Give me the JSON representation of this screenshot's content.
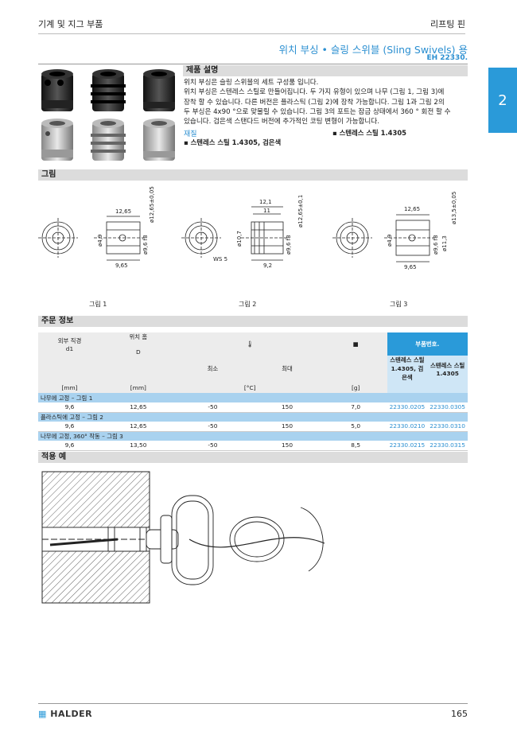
{
  "header": {
    "left": "기계 및 지그 부품",
    "right": "리프팅 핀"
  },
  "title": "위치 부싱 • 슬링 스위블 (Sling Swivels) 용",
  "subtitle": "EH 22330.",
  "tab": "2",
  "description": {
    "heading": "제품 설명",
    "lines": [
      "위치 부싱은 슬링 스위블의 세트 구성품 입니다.",
      "위치 부싱은 스텐레스 스틸로 만들어집니다. 두 가지 유형이 있으며 나무 (그림 1, 그림 3)에",
      "장착 할 수 있습니다. 다른 버전은 플라스틱 (그림 2)에 장착 가능합니다. 그림 1과 그림 2의",
      "두 부싱은 4x90 °으로 맞물릴 수 있습니다. 그림 3의 포트는 잠금 상태에서 360 ° 회전 할 수",
      "있습니다. 검은색 스탠다드 버전에 추가적인 코팅 변형이 가능합니다."
    ]
  },
  "material": {
    "heading": "재질",
    "left": "▪ 스텐레스 스틸 1.4305, 검은색",
    "right": "▪ 스텐레스 스틸 1.4305"
  },
  "figures": {
    "section": "그림",
    "labels": [
      "그림 1",
      "그림 2",
      "그림 3"
    ],
    "dims1": {
      "a": "12,65",
      "b": "ø12,65±0,05",
      "c": "ø4,9",
      "d": "ø9,6 f8",
      "e": "9,65"
    },
    "dims2": {
      "a": "12,1",
      "b": "11",
      "c": "ø12,65±0,1",
      "d": "ø10,7",
      "e": "ø9,6 f8",
      "f": "WS 5",
      "g": "9,2"
    },
    "dims3": {
      "a": "12,65",
      "b": "ø13,5±0,05",
      "c": "ø4,9",
      "d": "ø9,6 f8",
      "e": "ø11,3",
      "f": "9,65"
    }
  },
  "order": {
    "section": "주문 정보",
    "headers": {
      "bolt": "위치 홈",
      "bolt_sub": "D",
      "dia": "외부 직경",
      "dia_sub": "d1",
      "min": "최소",
      "max": "최대",
      "part": "부품번호.",
      "col1": "스텐레스 스틸 1.4305, 검은색",
      "col2": "스텐레스 스틸 1.4305"
    },
    "units": {
      "dia": "[mm]",
      "bolt": "[mm]",
      "temp": "[°C]",
      "weight": "[g]"
    },
    "groups": [
      {
        "label": "나무에 고정 – 그림 1",
        "row": [
          "9,6",
          "12,65",
          "-50",
          "150",
          "7,0",
          "22330.0205",
          "22330.0305"
        ]
      },
      {
        "label": "플라스틱에 고정 – 그림 2",
        "row": [
          "9,6",
          "12,65",
          "-50",
          "150",
          "5,0",
          "22330.0210",
          "22330.0310"
        ]
      },
      {
        "label": "나무에 고정, 360° 작동 – 그림 3",
        "row": [
          "9,6",
          "13,50",
          "-50",
          "150",
          "8,5",
          "22330.0215",
          "22330.0315"
        ]
      }
    ]
  },
  "application": {
    "section": "적용 예"
  },
  "footer": {
    "logo": "HALDER",
    "page": "165"
  },
  "colors": {
    "accent": "#2b8fd1",
    "tab": "#2a9ad9",
    "table_head": "#a9d2ef"
  }
}
